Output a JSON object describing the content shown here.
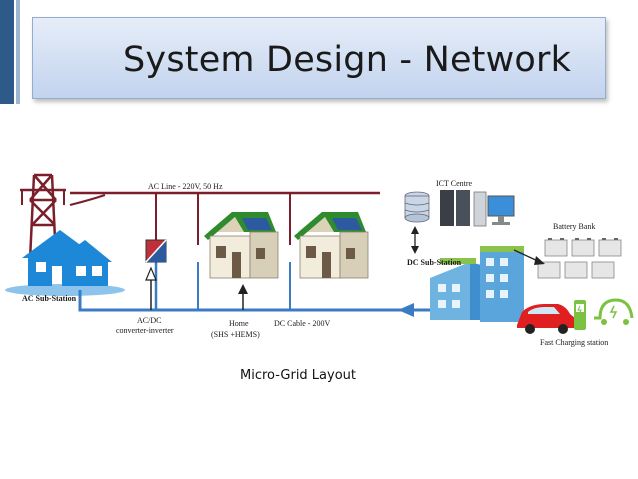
{
  "slide": {
    "title": "System Design - Network",
    "caption": "Micro-Grid Layout"
  },
  "diagram": {
    "ac_line_label": "AC Line - 220V, 50 Hz",
    "ac_substation_label": "AC Sub-Station",
    "converter_label_line1": "AC/DC",
    "converter_label_line2": "converter-inverter",
    "home_label_line1": "Home",
    "home_label_line2": "(SHS +HEMS)",
    "dc_cable_label": "DC Cable - 200V",
    "ict_label": "ICT Centre",
    "dc_substation_label": "DC Sub-Station",
    "battery_label": "Battery Bank",
    "charging_label": "Fast Charging station"
  },
  "colors": {
    "ac_line": "#7a1f2b",
    "dc_line": "#3b7bc4",
    "house_roof": "#2e8b2e",
    "substation_house": "#1e88d8",
    "car": "#e02020",
    "charger_green": "#7cc242"
  }
}
